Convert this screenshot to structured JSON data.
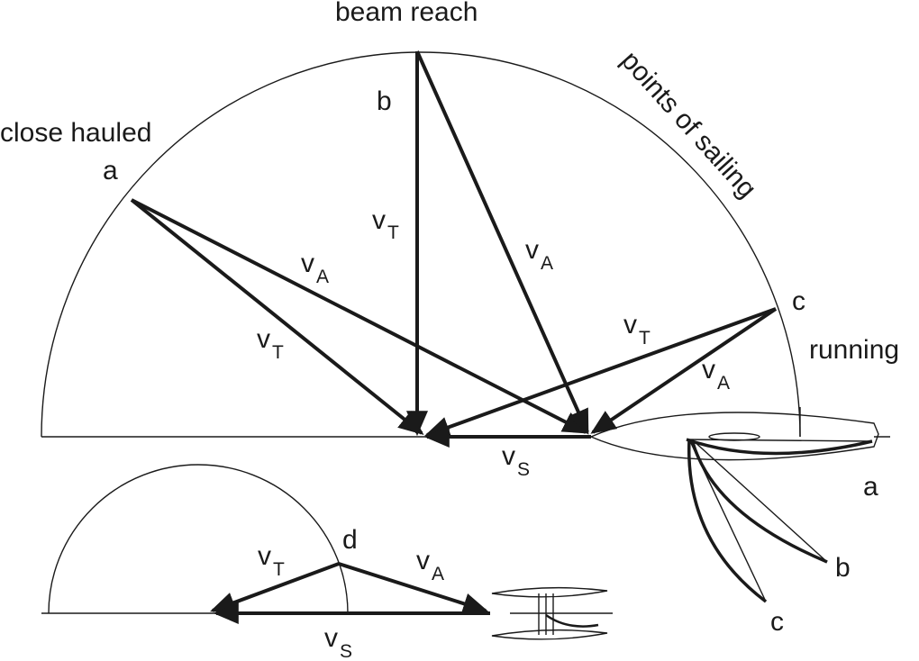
{
  "labels": {
    "beam_reach": "beam reach",
    "close_hauled": "close hauled",
    "points_of_sailing": "points of sailing",
    "running": "running",
    "a": "a",
    "b": "b",
    "c": "c",
    "d": "d",
    "v": "v",
    "sub_T": "T",
    "sub_A": "A",
    "sub_S": "S"
  },
  "sail_labels": {
    "a": "a",
    "b": "b",
    "c": "c"
  }
}
